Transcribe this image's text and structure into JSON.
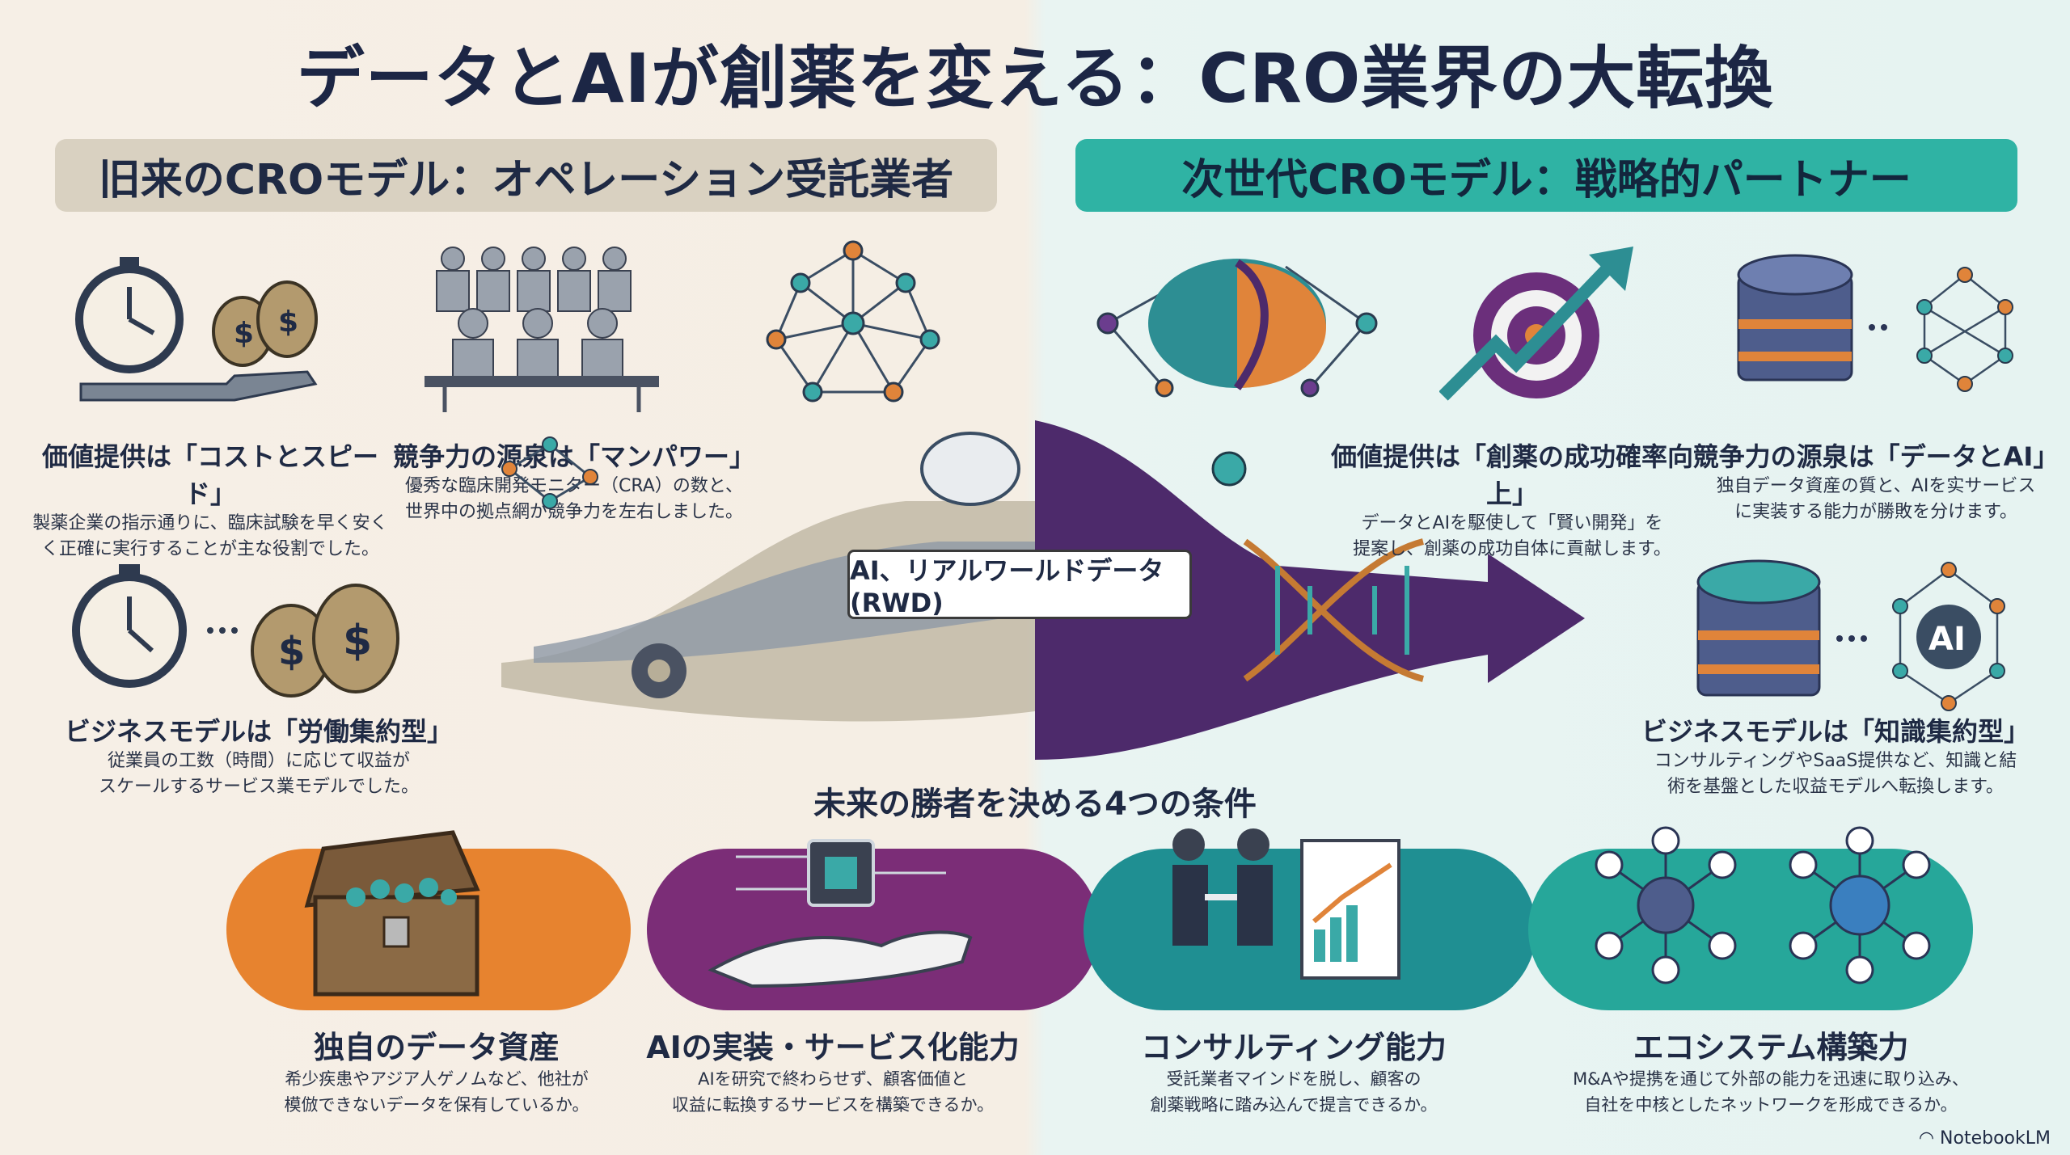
{
  "title": "データとAIが創薬を変える：CRO業界の大転換",
  "left_header": "旧来のCROモデル：オペレーション受託業者",
  "right_header": "次世代CROモデル：戦略的パートナー",
  "center_arrow_label": "AI、リアルワールドデータ(RWD)",
  "old_model": [
    {
      "heading": "価値提供は「コストとスピード」",
      "body": "製薬企業の指示通りに、臨床試験を早く安く\nく正確に実行することが主な役割でした。"
    },
    {
      "heading": "競争力の源泉は「マンパワー」",
      "body": "優秀な臨床開発モニター（CRA）の数と、\n世界中の拠点網が競争力を左右しました。"
    },
    {
      "heading": "ビジネスモデルは「労働集約型」",
      "body": "従業員の工数（時間）に応じて収益が\nスケールするサービス業モデルでした。"
    }
  ],
  "new_model": [
    {
      "heading": "価値提供は「創薬の成功確率向上」",
      "body": "データとAIを駆使して「賢い開発」を\n提案し、創薬の成功自体に貢献します。"
    },
    {
      "heading": "競争力の源泉は「データとAI」",
      "body": "独自データ資産の質と、AIを实サービス\nに実装する能力が勝敗を分けます。"
    },
    {
      "heading": "ビジネスモデルは「知識集約型」",
      "body": "コンサルティングやSaaS提供など、知識と結\n術を基盤とした収益モデルへ転換します。"
    }
  ],
  "conditions_title": "未来の勝者を決める4つの条件",
  "conditions": [
    {
      "heading": "独自のデータ資産",
      "body": "希少疾患やアジア人ゲノムなど、他社が\n模倣できないデータを保有しているか。",
      "color": "#e7832f"
    },
    {
      "heading": "AIの実装・サービス化能力",
      "body": "AIを研究で終わらせず、顧客価値と\n収益に転換するサービスを構築できるか。",
      "color": "#7b2d77"
    },
    {
      "heading": "コンサルティング能力",
      "body": "受託業者マインドを脱し、顧客の\n創薬戦略に踏み込んで提言できるか。",
      "color": "#1f8f92"
    },
    {
      "heading": "エコシステム構築力",
      "body": "M&Aや提携を通じて外部の能力を迅速に取り込み、\n自社を中核としたネットワークを形成できるか。",
      "color": "#26a79a"
    }
  ],
  "ai_badge": "AI",
  "brand": "NotebookLM",
  "colors": {
    "navy": "#1c2645",
    "teal": "#2fb3a4",
    "beige": "#d9d1c1",
    "orange": "#e7832f",
    "purple": "#7b2d77"
  }
}
